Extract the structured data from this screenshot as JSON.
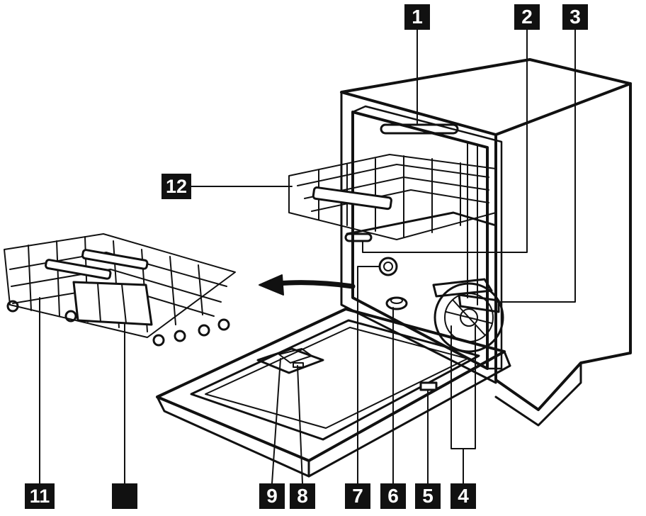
{
  "diagram": {
    "subject": "dishwasher-parts-overview",
    "colors": {
      "ink": "#111111",
      "label_bg": "#111111",
      "label_text": "#ffffff",
      "paper": "#ffffff"
    },
    "callouts": [
      {
        "id": "c1",
        "text": "1"
      },
      {
        "id": "c2",
        "text": "2"
      },
      {
        "id": "c3",
        "text": "3"
      },
      {
        "id": "c4",
        "text": "4"
      },
      {
        "id": "c5",
        "text": "5"
      },
      {
        "id": "c6",
        "text": "6"
      },
      {
        "id": "c7",
        "text": "7"
      },
      {
        "id": "c8",
        "text": "8"
      },
      {
        "id": "c9",
        "text": "9"
      },
      {
        "id": "c10",
        "text": ""
      },
      {
        "id": "c11",
        "text": "11"
      },
      {
        "id": "c12",
        "text": "12"
      }
    ]
  }
}
